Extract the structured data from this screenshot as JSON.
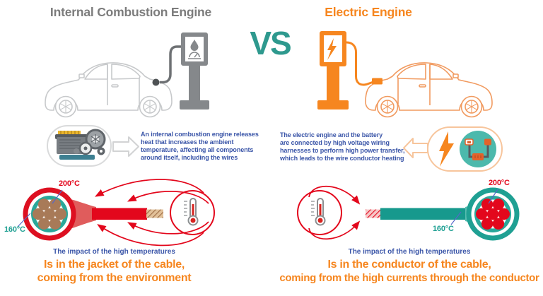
{
  "vs": "VS",
  "colors": {
    "orange": "#F6861F",
    "teal": "#2E998E",
    "red": "#E3071C",
    "blue": "#3A55A8",
    "gray": "#7C7C7C",
    "cable_teal": "#1FA093",
    "copper": "#A87A58"
  },
  "left": {
    "title": "Internal Combustion Engine",
    "description_lines": [
      "An internal combustion engine releases",
      "heat that increases the ambient",
      "temperature, affecting all components",
      "around itself, including the wires"
    ],
    "jacket_temp": "200°C",
    "conductor_temp": "160°C",
    "impact_intro": "The impact of the high temperatures",
    "impact_line1": "Is in the jacket of the cable,",
    "impact_line2": "coming from the environment"
  },
  "right": {
    "title": "Electric Engine",
    "description_lines": [
      "The electric engine and the battery",
      "are connected by high voltage wiring",
      "harnesses to perform high power transfer,",
      "which leads to the wire conductor heating"
    ],
    "conductor_temp": "200°C",
    "jacket_temp": "160°C",
    "impact_intro": "The impact of the high temperatures",
    "impact_line1": "Is in the conductor of the cable,",
    "impact_line2": "coming from the high currents through the conductor"
  }
}
